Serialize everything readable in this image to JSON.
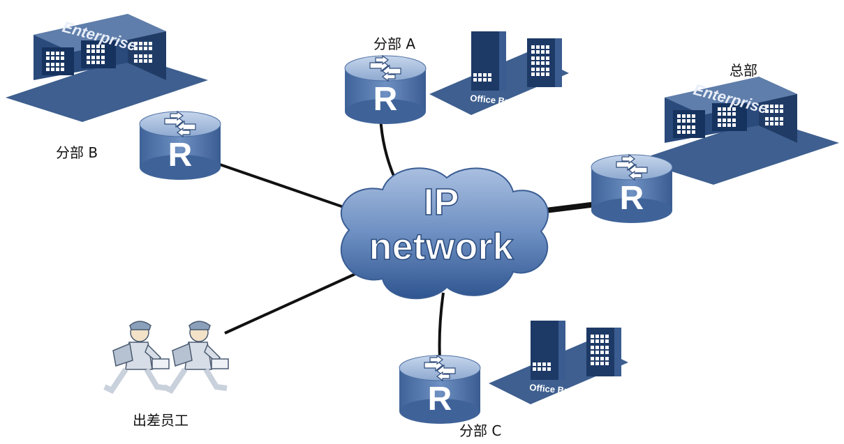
{
  "network": {
    "line1": "IP",
    "line2": "network"
  },
  "sites": {
    "branch_a": {
      "label": "分部 A",
      "building_text": "Office Building"
    },
    "branch_b": {
      "label": "分部 B",
      "building_text": "Enterprise"
    },
    "branch_c": {
      "label": "分部 C",
      "building_text": "Office Building"
    },
    "headquarters": {
      "label": "总部",
      "building_text": "Enterprise"
    },
    "mobile_staff": {
      "label": "出差员工"
    }
  },
  "router_letter": "R",
  "colors": {
    "building_dark": "#1f3d6a",
    "building_mid": "#5b7aa6",
    "router_top": "#9fb6d6",
    "router_side": "#5c7fb0",
    "cloud": "#6e8fc0",
    "link": "#111111"
  }
}
